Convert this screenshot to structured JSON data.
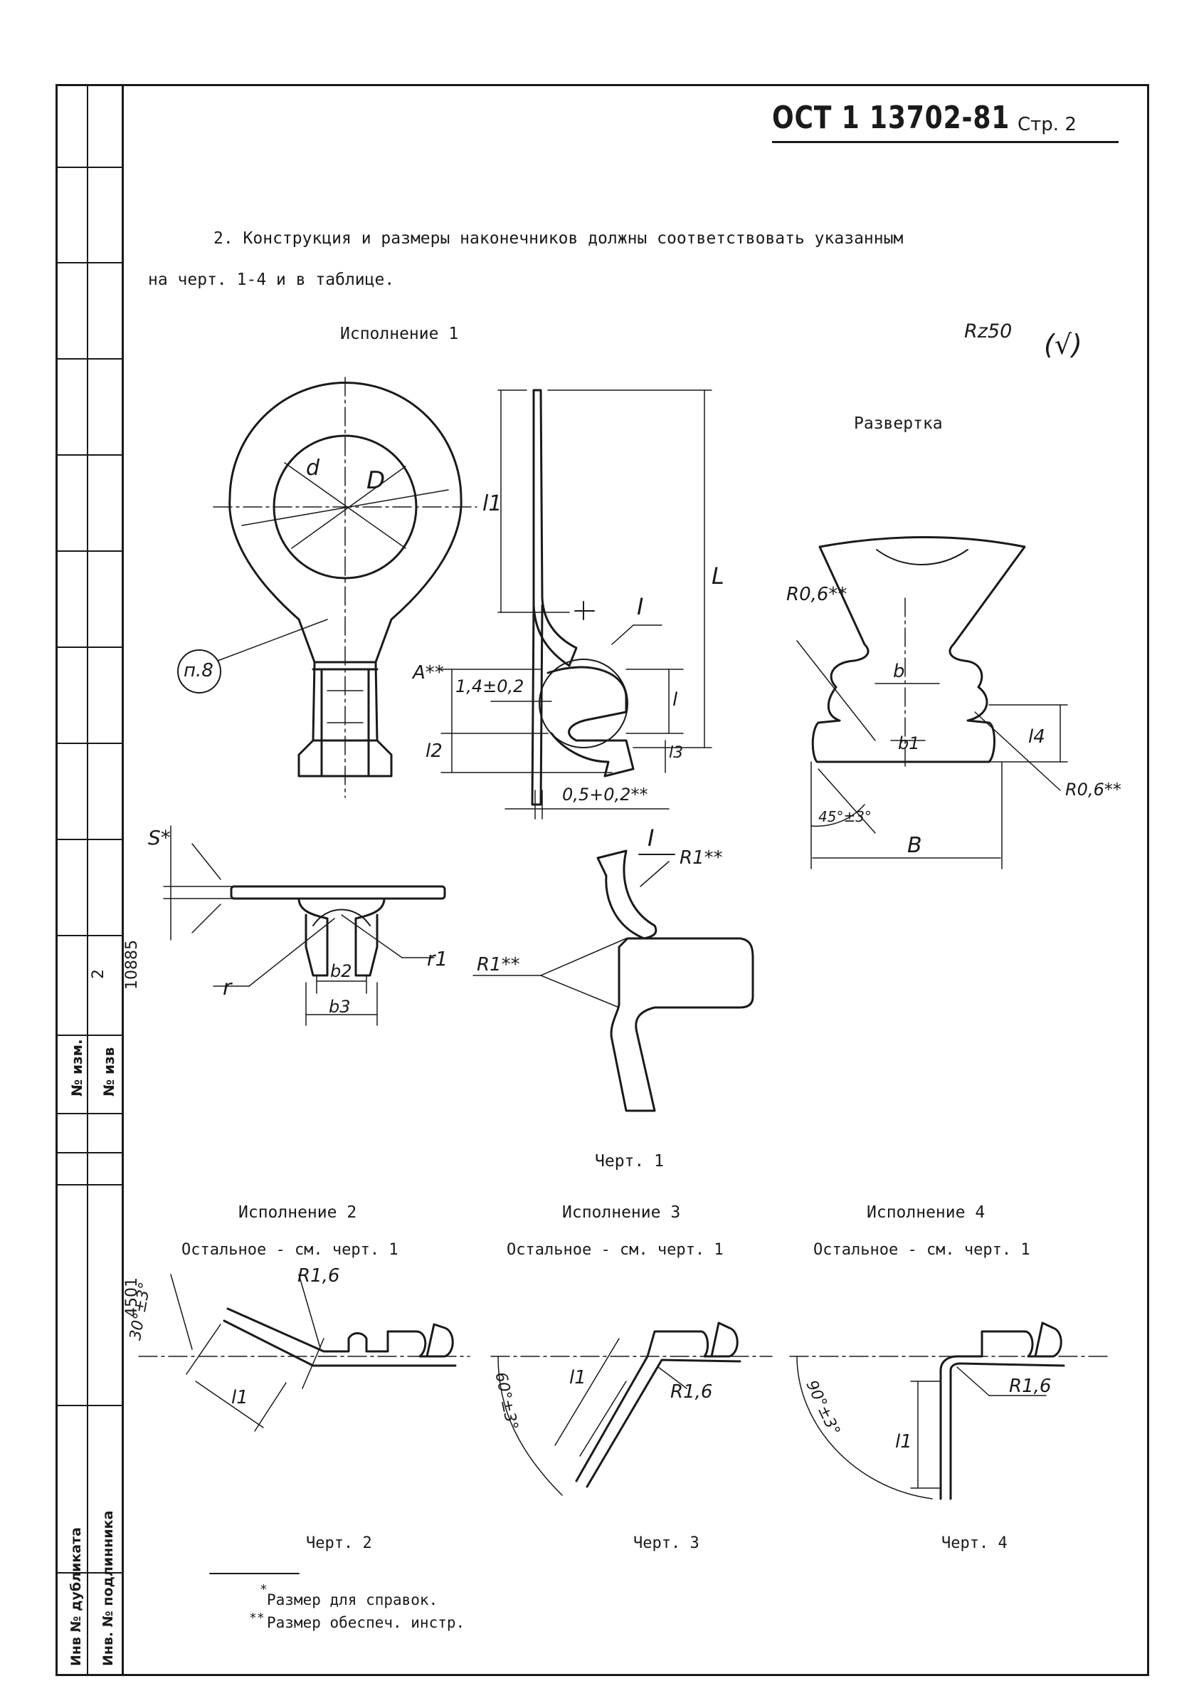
{
  "header": {
    "standard": "ОСТ 1 13702-81",
    "page": "Стр. 2"
  },
  "paragraph": {
    "line1": "2. Конструкция и размеры наконечников должны соответствовать указанным",
    "line2": "на черт. 1-4 и в таблице."
  },
  "roughness": {
    "mark": "Rz50",
    "general": "(√)"
  },
  "drawing1": {
    "title": "Исполнение 1",
    "unfold_title": "Развертка",
    "caption": "Черт. 1",
    "labels": {
      "d": "d",
      "D": "D",
      "l1": "l1",
      "L": "L",
      "I": "I",
      "pn8": "п.8",
      "A": "A**",
      "d14": "1,4±0,2",
      "l": "l",
      "l2": "l2",
      "l3": "l3",
      "t05": "0,5+0,2**",
      "R06a": "R0,6**",
      "b": "b",
      "b1": "b1",
      "l4": "l4",
      "R06b": "R0,6**",
      "ang45": "45°±3°",
      "B": "B",
      "S": "S*",
      "r": "r",
      "r1": "r1",
      "b2": "b2",
      "b3": "b3",
      "detail": "I",
      "R1a": "R1**",
      "R1b": "R1**"
    }
  },
  "variants": [
    {
      "title": "Исполнение 2",
      "note": "Остальное - см. черт. 1",
      "angle": "30°±3°",
      "radius": "R1,6",
      "length": "l1",
      "caption": "Черт. 2"
    },
    {
      "title": "Исполнение 3",
      "note": "Остальное - см. черт. 1",
      "angle": "60°±3°",
      "radius": "R1,6",
      "length": "l1",
      "caption": "Черт. 3"
    },
    {
      "title": "Исполнение 4",
      "note": "Остальное - см. черт. 1",
      "angle": "90°±3°",
      "radius": "R1,6",
      "length": "l1",
      "caption": "Черт. 4"
    }
  ],
  "footnotes": {
    "star1": "*",
    "note1": "Размер для справок.",
    "star2": "**",
    "note2": "Размер обеспеч. инстр."
  },
  "sidebar": {
    "change_no": "2",
    "doc_no": "10885",
    "izm": "№ изм.",
    "izv": "№ изв",
    "inv_no": "4501",
    "inv_dup": "Инв № дубликата",
    "inv_orig": "Инв. № подлинника"
  }
}
